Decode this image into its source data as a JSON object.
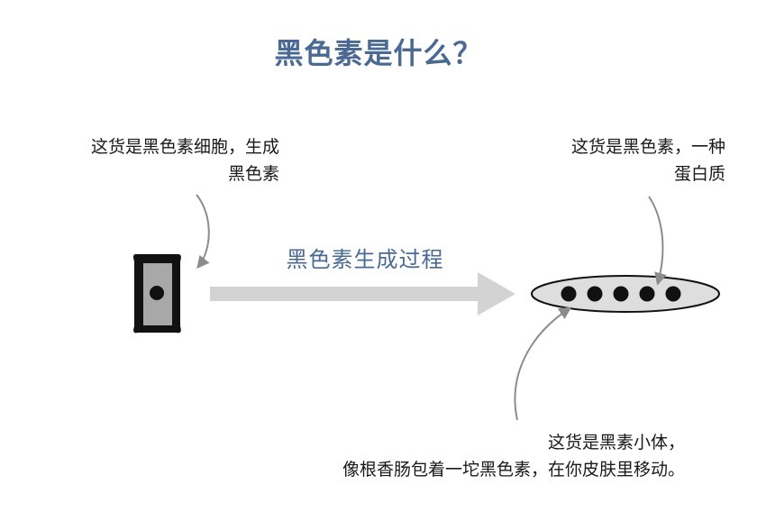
{
  "title": "黑色素是什么？",
  "process_label": "黑色素生成过程",
  "annotations": {
    "cell": [
      "这货是黑色素细胞，生成",
      "黑色素"
    ],
    "protein": [
      "这货是黑色素，一种",
      "蛋白质"
    ],
    "organelle": [
      "这货是黑素小体，",
      "像根香肠包着一坨黑色素，在你皮肤里移动。"
    ]
  },
  "colors": {
    "title": "#4a6a94",
    "arrow": "#d3d3d3",
    "pointer": "#8c8c8c",
    "cell_fill": "#a8a8a8",
    "organelle_fill": "#dedede"
  },
  "melanin_dot_count": 5
}
